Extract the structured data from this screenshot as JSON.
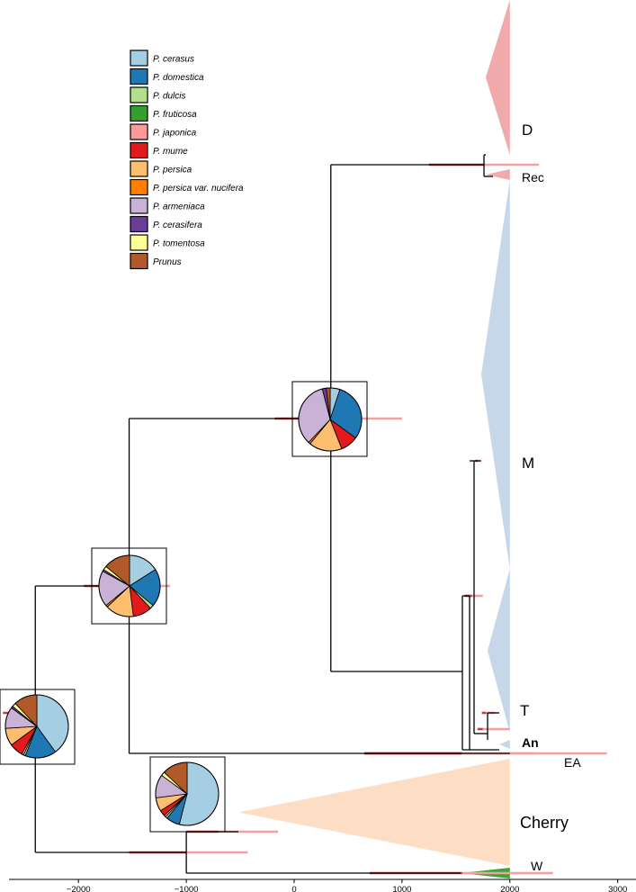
{
  "chart_data": {
    "type": "phylogenetic-tree",
    "x_axis": {
      "ticks": [
        -2000,
        -1000,
        0,
        1000,
        2000,
        3000
      ],
      "tick_labels": [
        "−2000",
        "−1000",
        "0",
        "1000",
        "2000",
        "3000"
      ],
      "range": [
        -2750,
        3200
      ]
    },
    "legend": {
      "placement": "top-left",
      "items": [
        {
          "label": "P. cerasus",
          "color": "#a6cee3"
        },
        {
          "label": "P. domestica",
          "color": "#1f78b4"
        },
        {
          "label": "P. dulcis",
          "color": "#b2df8a"
        },
        {
          "label": "P. fruticosa",
          "color": "#33a02c"
        },
        {
          "label": "P. japonica",
          "color": "#fb9a99"
        },
        {
          "label": "P. mume",
          "color": "#e31a1c"
        },
        {
          "label": "P. persica",
          "color": "#fdbf6f"
        },
        {
          "label": "P. persica var. nucifera",
          "color": "#ff7f00"
        },
        {
          "label": "P. armeniaca",
          "color": "#cab2d6"
        },
        {
          "label": "P. cerasifera",
          "color": "#6a3d9a"
        },
        {
          "label": "P. tomentosa",
          "color": "#ffff99"
        },
        {
          "label": "Prunus",
          "color": "#b15928"
        }
      ]
    },
    "clades": [
      {
        "id": "D",
        "label": "D",
        "bold": false,
        "color": "#f0a5a8",
        "tip": 2000
      },
      {
        "id": "Rec",
        "label": "Rec",
        "bold": false,
        "color": "#f0a5a8",
        "tip": 2000
      },
      {
        "id": "M",
        "label": "M",
        "bold": false,
        "color": "#c3d5e8",
        "tip": 2000
      },
      {
        "id": "T",
        "label": "T",
        "bold": false,
        "color": "#c3d5e8",
        "tip": 2000
      },
      {
        "id": "An",
        "label": "An",
        "bold": true,
        "color": "#c3d5e8",
        "tip": 2000
      },
      {
        "id": "EA",
        "label": "EA",
        "bold": false,
        "color": "#000000",
        "tip": 2000
      },
      {
        "id": "Cherry",
        "label": "Cherry",
        "bold": false,
        "color": "#fddcc1",
        "tip": 2000
      },
      {
        "id": "W",
        "label": "W",
        "bold": false,
        "color": "#33a02c",
        "tip": 2000
      }
    ],
    "nodes": [
      {
        "id": "root",
        "age": -2400,
        "hpd": [
          -2700,
          -2150
        ]
      },
      {
        "id": "n1",
        "age": -1530,
        "hpd": [
          -1950,
          -1150
        ]
      },
      {
        "id": "n2",
        "age": 340,
        "hpd": [
          -180,
          1000
        ]
      },
      {
        "id": "nD",
        "age": 1760,
        "hpd": [
          1250,
          2270
        ]
      },
      {
        "id": "nAn",
        "age": 1560,
        "hpd": [
          650,
          2250
        ]
      },
      {
        "id": "nMT",
        "age": 1650,
        "hpd": [
          1580,
          1750
        ]
      },
      {
        "id": "nM",
        "age": 1700,
        "hpd": [
          1680,
          1720
        ]
      },
      {
        "id": "nT",
        "age": 1780,
        "hpd": [
          1740,
          1870
        ]
      },
      {
        "id": "nEA",
        "age": 1550,
        "hpd": [
          650,
          2900
        ]
      },
      {
        "id": "nEAi",
        "age": 1750,
        "hpd": [
          1700,
          2000
        ]
      },
      {
        "id": "nW",
        "age": -1000,
        "hpd": [
          -1530,
          -430
        ]
      },
      {
        "id": "nCherry",
        "age": -700,
        "hpd": [
          -1000,
          -150
        ]
      },
      {
        "id": "nWi",
        "age": 1560,
        "hpd": [
          700,
          2400
        ]
      }
    ],
    "pies": [
      {
        "node": "root",
        "values": [
          0.4,
          0.16,
          0.01,
          0.0,
          0.01,
          0.07,
          0.09,
          0.0,
          0.11,
          0.01,
          0.02,
          0.12
        ]
      },
      {
        "node": "n1",
        "values": [
          0.16,
          0.2,
          0.02,
          0.0,
          0.0,
          0.1,
          0.15,
          0.01,
          0.19,
          0.01,
          0.02,
          0.14
        ]
      },
      {
        "node": "n2",
        "values": [
          0.05,
          0.3,
          0.0,
          0.0,
          0.0,
          0.09,
          0.17,
          0.01,
          0.34,
          0.02,
          0.0,
          0.02
        ]
      },
      {
        "node": "nCherry",
        "values": [
          0.54,
          0.07,
          0.01,
          0.0,
          0.01,
          0.03,
          0.07,
          0.0,
          0.12,
          0.0,
          0.02,
          0.13
        ]
      }
    ]
  }
}
